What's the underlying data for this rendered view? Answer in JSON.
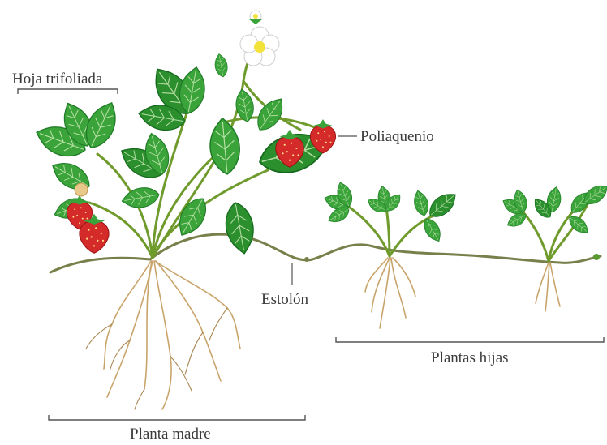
{
  "labels": {
    "hoja": "Hoja trifoliada",
    "poliaquenio": "Poliaquenio",
    "estolon": "Estolón",
    "plantas_hijas": "Plantas hijas",
    "planta_madre": "Planta madre"
  },
  "colors": {
    "leaf": "#3aa33a",
    "leaf_dark": "#1f7a25",
    "leaf_light": "#7ccc4a",
    "fruit": "#d52a2a",
    "stolon": "#77804a",
    "root": "#c9a46a",
    "flower": "#ffffff"
  }
}
